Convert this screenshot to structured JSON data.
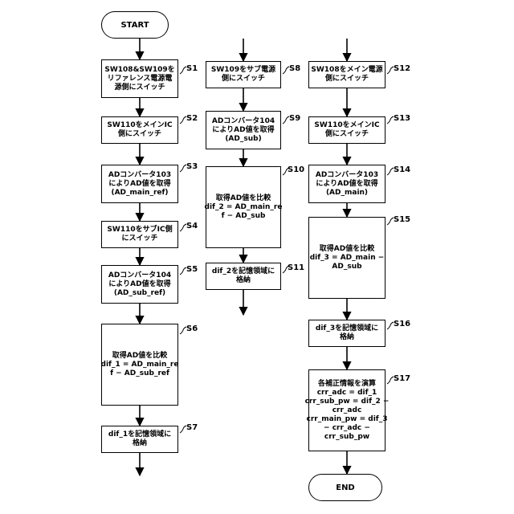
{
  "start_label": "START",
  "end_label": "END",
  "steps": {
    "S1": {
      "id": "S1",
      "lines": [
        "SW108&SW109を",
        "リファレンス電源電",
        "源側にスイッチ"
      ]
    },
    "S2": {
      "id": "S2",
      "lines": [
        "SW110をメインIC",
        "側にスイッチ"
      ]
    },
    "S3": {
      "id": "S3",
      "lines": [
        "ADコンバータ103",
        "によりAD値を取得",
        "(AD_main_ref)"
      ]
    },
    "S4": {
      "id": "S4",
      "lines": [
        "SW110をサブIC側",
        "にスイッチ"
      ]
    },
    "S5": {
      "id": "S5",
      "lines": [
        "ADコンバータ104",
        "によりAD値を取得",
        "(AD_sub_ref)"
      ]
    },
    "S6": {
      "id": "S6",
      "lines": [
        "取得AD値を比較",
        "dif_1 = AD_main_re",
        "f − AD_sub_ref"
      ]
    },
    "S7": {
      "id": "S7",
      "lines": [
        "dif_1を記憶領域に",
        "格納"
      ]
    },
    "S8": {
      "id": "S8",
      "lines": [
        "SW109をサブ電源",
        "側にスイッチ"
      ]
    },
    "S9": {
      "id": "S9",
      "lines": [
        "ADコンバータ104",
        "によりAD値を取得",
        "(AD_sub)"
      ]
    },
    "S10": {
      "id": "S10",
      "lines": [
        "取得AD値を比較",
        "dif_2 = AD_main_re",
        "f − AD_sub"
      ]
    },
    "S11": {
      "id": "S11",
      "lines": [
        "dif_2を記憶領域に",
        "格納"
      ]
    },
    "S12": {
      "id": "S12",
      "lines": [
        "SW108をメイン電源",
        "側にスイッチ"
      ]
    },
    "S13": {
      "id": "S13",
      "lines": [
        "SW110をメインIC",
        "側にスイッチ"
      ]
    },
    "S14": {
      "id": "S14",
      "lines": [
        "ADコンバータ103",
        "によりAD値を取得",
        "(AD_main)"
      ]
    },
    "S15": {
      "id": "S15",
      "lines": [
        "取得AD値を比較",
        "dif_3 = AD_main −",
        "AD_sub"
      ]
    },
    "S16": {
      "id": "S16",
      "lines": [
        "dif_3を記憶領域に",
        "格納"
      ]
    },
    "S17": {
      "id": "S17",
      "lines": [
        "各補正情報を演算",
        "crr_adc = dif_1",
        "crr_sub_pw = dif_2 −",
        "crr_adc",
        "crr_main_pw = dif_3",
        "− crr_adc −",
        "crr_sub_pw"
      ]
    }
  }
}
